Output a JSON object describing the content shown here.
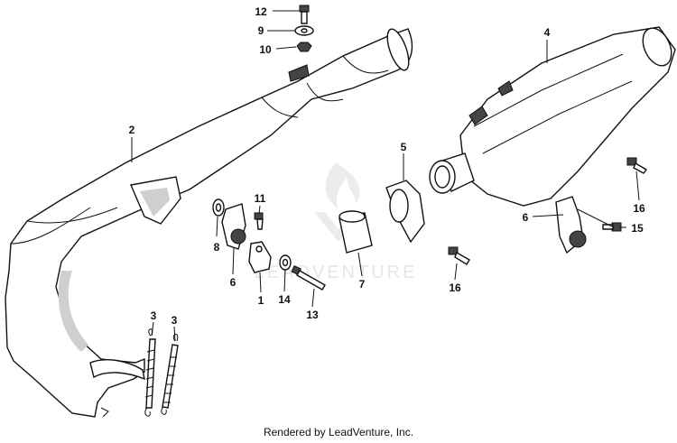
{
  "callouts": {
    "c1": "1",
    "c2": "2",
    "c3a": "3",
    "c3b": "3",
    "c4": "4",
    "c5": "5",
    "c6a": "6",
    "c6b": "6",
    "c7": "7",
    "c8": "8",
    "c9": "9",
    "c10": "10",
    "c11": "11",
    "c12": "12",
    "c13": "13",
    "c14": "14",
    "c15": "15",
    "c16a": "16",
    "c16b": "16"
  },
  "watermark": "LEADVENTURE",
  "footer": "Rendered by LeadVenture, Inc."
}
